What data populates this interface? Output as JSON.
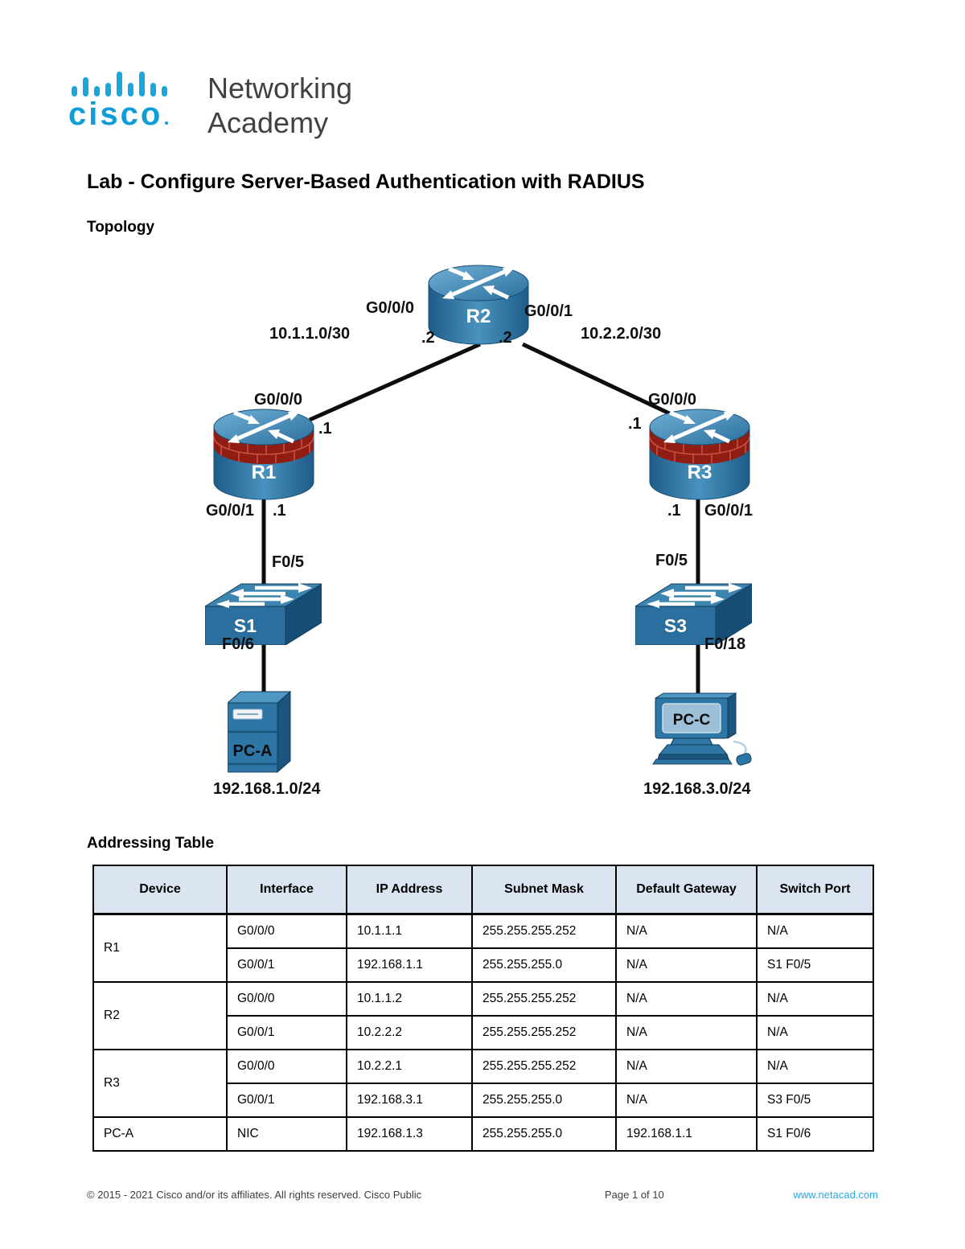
{
  "logo": {
    "cisco_text": "cisco",
    "line1": "Networking",
    "line2": "Academy"
  },
  "page": {
    "title": "Lab - Configure Server-Based Authentication with RADIUS",
    "topology_heading": "Topology",
    "addressing_heading": "Addressing Table"
  },
  "colors": {
    "cisco_brand": "#0d9dd9",
    "link_blue": "#29a8e0",
    "table_header_bg": "#dbe5f1",
    "device_blue": "#2a6f9e",
    "firewall_band_red": "#8f1d13"
  },
  "topology": {
    "devices": {
      "r1": "R1",
      "r2": "R2",
      "r3": "R3",
      "s1": "S1",
      "s3": "S3",
      "pc_a": "PC-A",
      "pc_c": "PC-C"
    },
    "subnets": {
      "r1_r2": "10.1.1.0/30",
      "r2_r3": "10.2.2.0/30",
      "lan_a": "192.168.1.0/24",
      "lan_c": "192.168.3.0/24"
    },
    "ports": {
      "r2_g000": "G0/0/0",
      "r2_g000_host": ".2",
      "r2_g001": "G0/0/1",
      "r2_g001_host": ".2",
      "r1_g000": "G0/0/0",
      "r1_g000_host": ".1",
      "r1_g001": "G0/0/1",
      "r1_g001_host": ".1",
      "r3_g000": "G0/0/0",
      "r3_g000_host": ".1",
      "r3_g001": "G0/0/1",
      "r3_g001_host": ".1",
      "s1_up": "F0/5",
      "s1_down": "F0/6",
      "s3_up": "F0/5",
      "s3_down": "F0/18"
    }
  },
  "addressing_table": {
    "headers": [
      "Device",
      "Interface",
      "IP Address",
      "Subnet Mask",
      "Default Gateway",
      "Switch Port"
    ],
    "rows": [
      {
        "device": "R1",
        "interface": "G0/0/0",
        "ip": "10.1.1.1",
        "subnet": "255.255.255.252",
        "gateway": "N/A",
        "port": "N/A"
      },
      {
        "device": "",
        "interface": "G0/0/1",
        "ip": "192.168.1.1",
        "subnet": "255.255.255.0",
        "gateway": "N/A",
        "port": "S1 F0/5"
      },
      {
        "device": "R2",
        "interface": "G0/0/0",
        "ip": "10.1.1.2",
        "subnet": "255.255.255.252",
        "gateway": "N/A",
        "port": "N/A"
      },
      {
        "device": "",
        "interface": "G0/0/1",
        "ip": "10.2.2.2",
        "subnet": "255.255.255.252",
        "gateway": "N/A",
        "port": "N/A"
      },
      {
        "device": "R3",
        "interface": "G0/0/0",
        "ip": "10.2.2.1",
        "subnet": "255.255.255.252",
        "gateway": "N/A",
        "port": "N/A"
      },
      {
        "device": "",
        "interface": "G0/0/1",
        "ip": "192.168.3.1",
        "subnet": "255.255.255.0",
        "gateway": "N/A",
        "port": "S3 F0/5"
      },
      {
        "device": "PC-A",
        "interface": "NIC",
        "ip": "192.168.1.3",
        "subnet": "255.255.255.0",
        "gateway": "192.168.1.1",
        "port": "S1 F0/6"
      }
    ]
  },
  "footer": {
    "copyright": "© 2015 - 2021 Cisco and/or its affiliates. All rights reserved. Cisco Public",
    "page": "Page 1 of 10",
    "website": "www.netacad.com"
  }
}
